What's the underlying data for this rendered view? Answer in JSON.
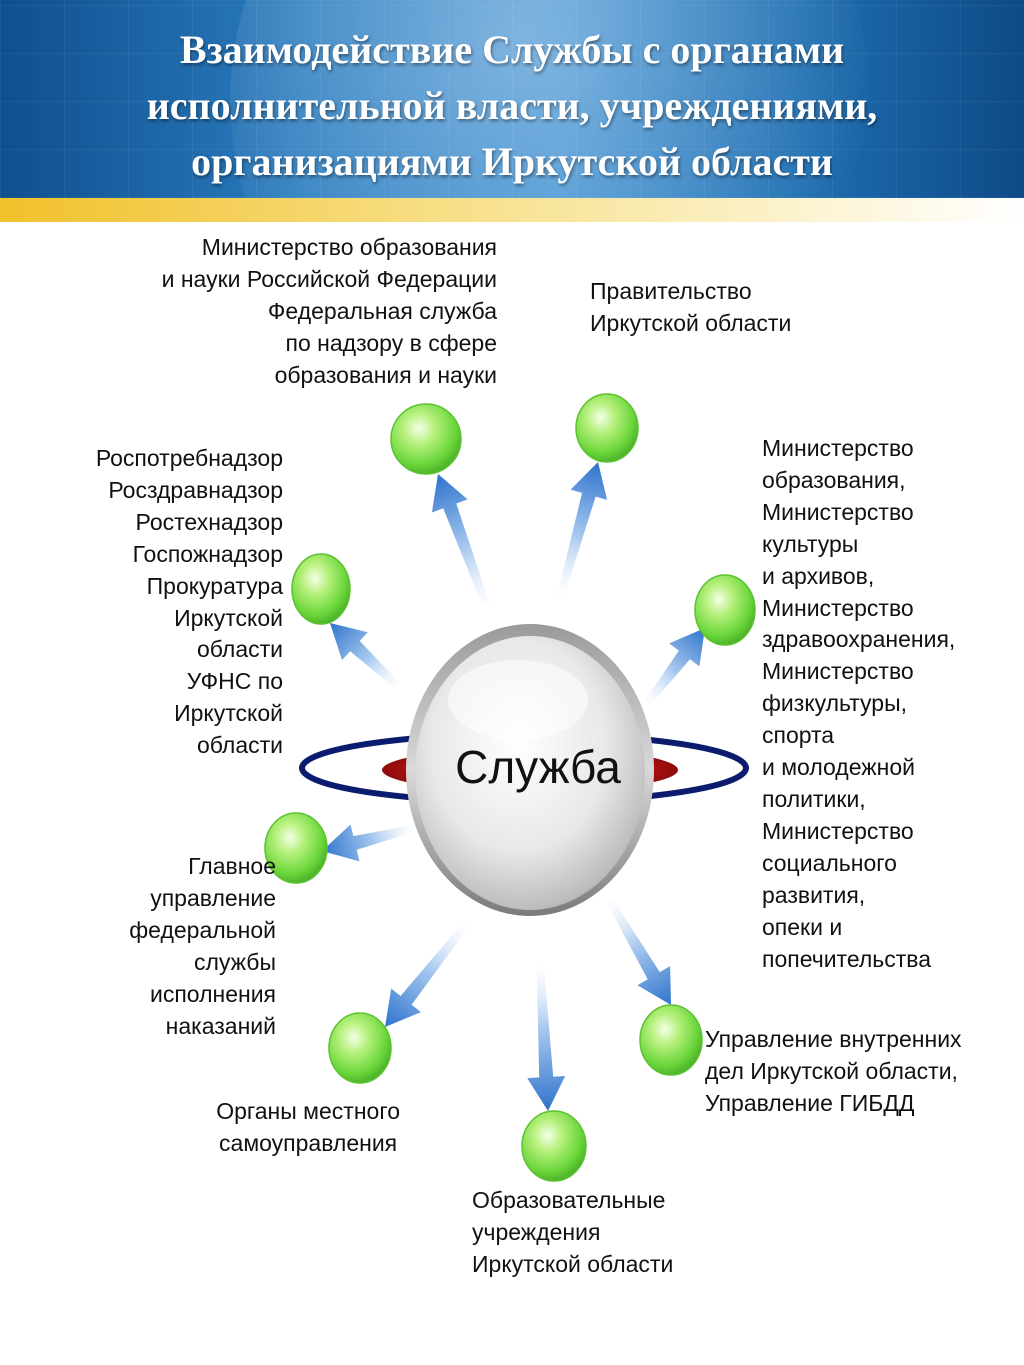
{
  "title": "Взаимодействие Службы с органами\nисполнительной власти, учреждениями,\nорганизациями Иркутской области",
  "center_label": "Служба",
  "nodes": [
    {
      "id": "ministry-education-science",
      "label": "Министерство образования\nи науки Российской Федерации\nФедеральная служба\nпо надзору в сфере\nобразования и науки"
    },
    {
      "id": "government-irkutsk",
      "label": "Правительство\nИркутской области"
    },
    {
      "id": "regional-ministries",
      "label": "Министерство\nобразования,\nМинистерство\nкультуры\nи архивов,\nМинистерство\nздравоохранения,\nМинистерство\nфизкультуры,\nспорта\nи молодежной\nполитики,\nМинистерство\nсоциального\nразвития,\nопеки и\nпопечительства"
    },
    {
      "id": "supervisory-agencies",
      "label": "Роспотребнадзор\nРосздравнадзор\nРостехнадзор\nГоспожнадзор\nПрокуратура\nИркутской\nобласти\nУФНС по\nИркутской\nобласти"
    },
    {
      "id": "penitentiary-service",
      "label": "Главное\nуправление\nфедеральной\nслужбы\nисполнения\nнаказаний"
    },
    {
      "id": "local-government",
      "label": "Органы местного\nсамоуправления"
    },
    {
      "id": "educational-institutions",
      "label": "Образовательные\nучреждения\nИркутской области"
    },
    {
      "id": "internal-affairs",
      "label": "Управление внутренних\nдел Иркутской области,\nУправление ГИБДД"
    }
  ],
  "colors": {
    "header_blue": "#2b7dc0",
    "stripe_gold": "#f1c12b",
    "node_green": "#7ee04a",
    "arrow_blue": "#3a7fd0",
    "ring_navy": "#0b1c6e",
    "disc_red": "#9b0f0f"
  }
}
